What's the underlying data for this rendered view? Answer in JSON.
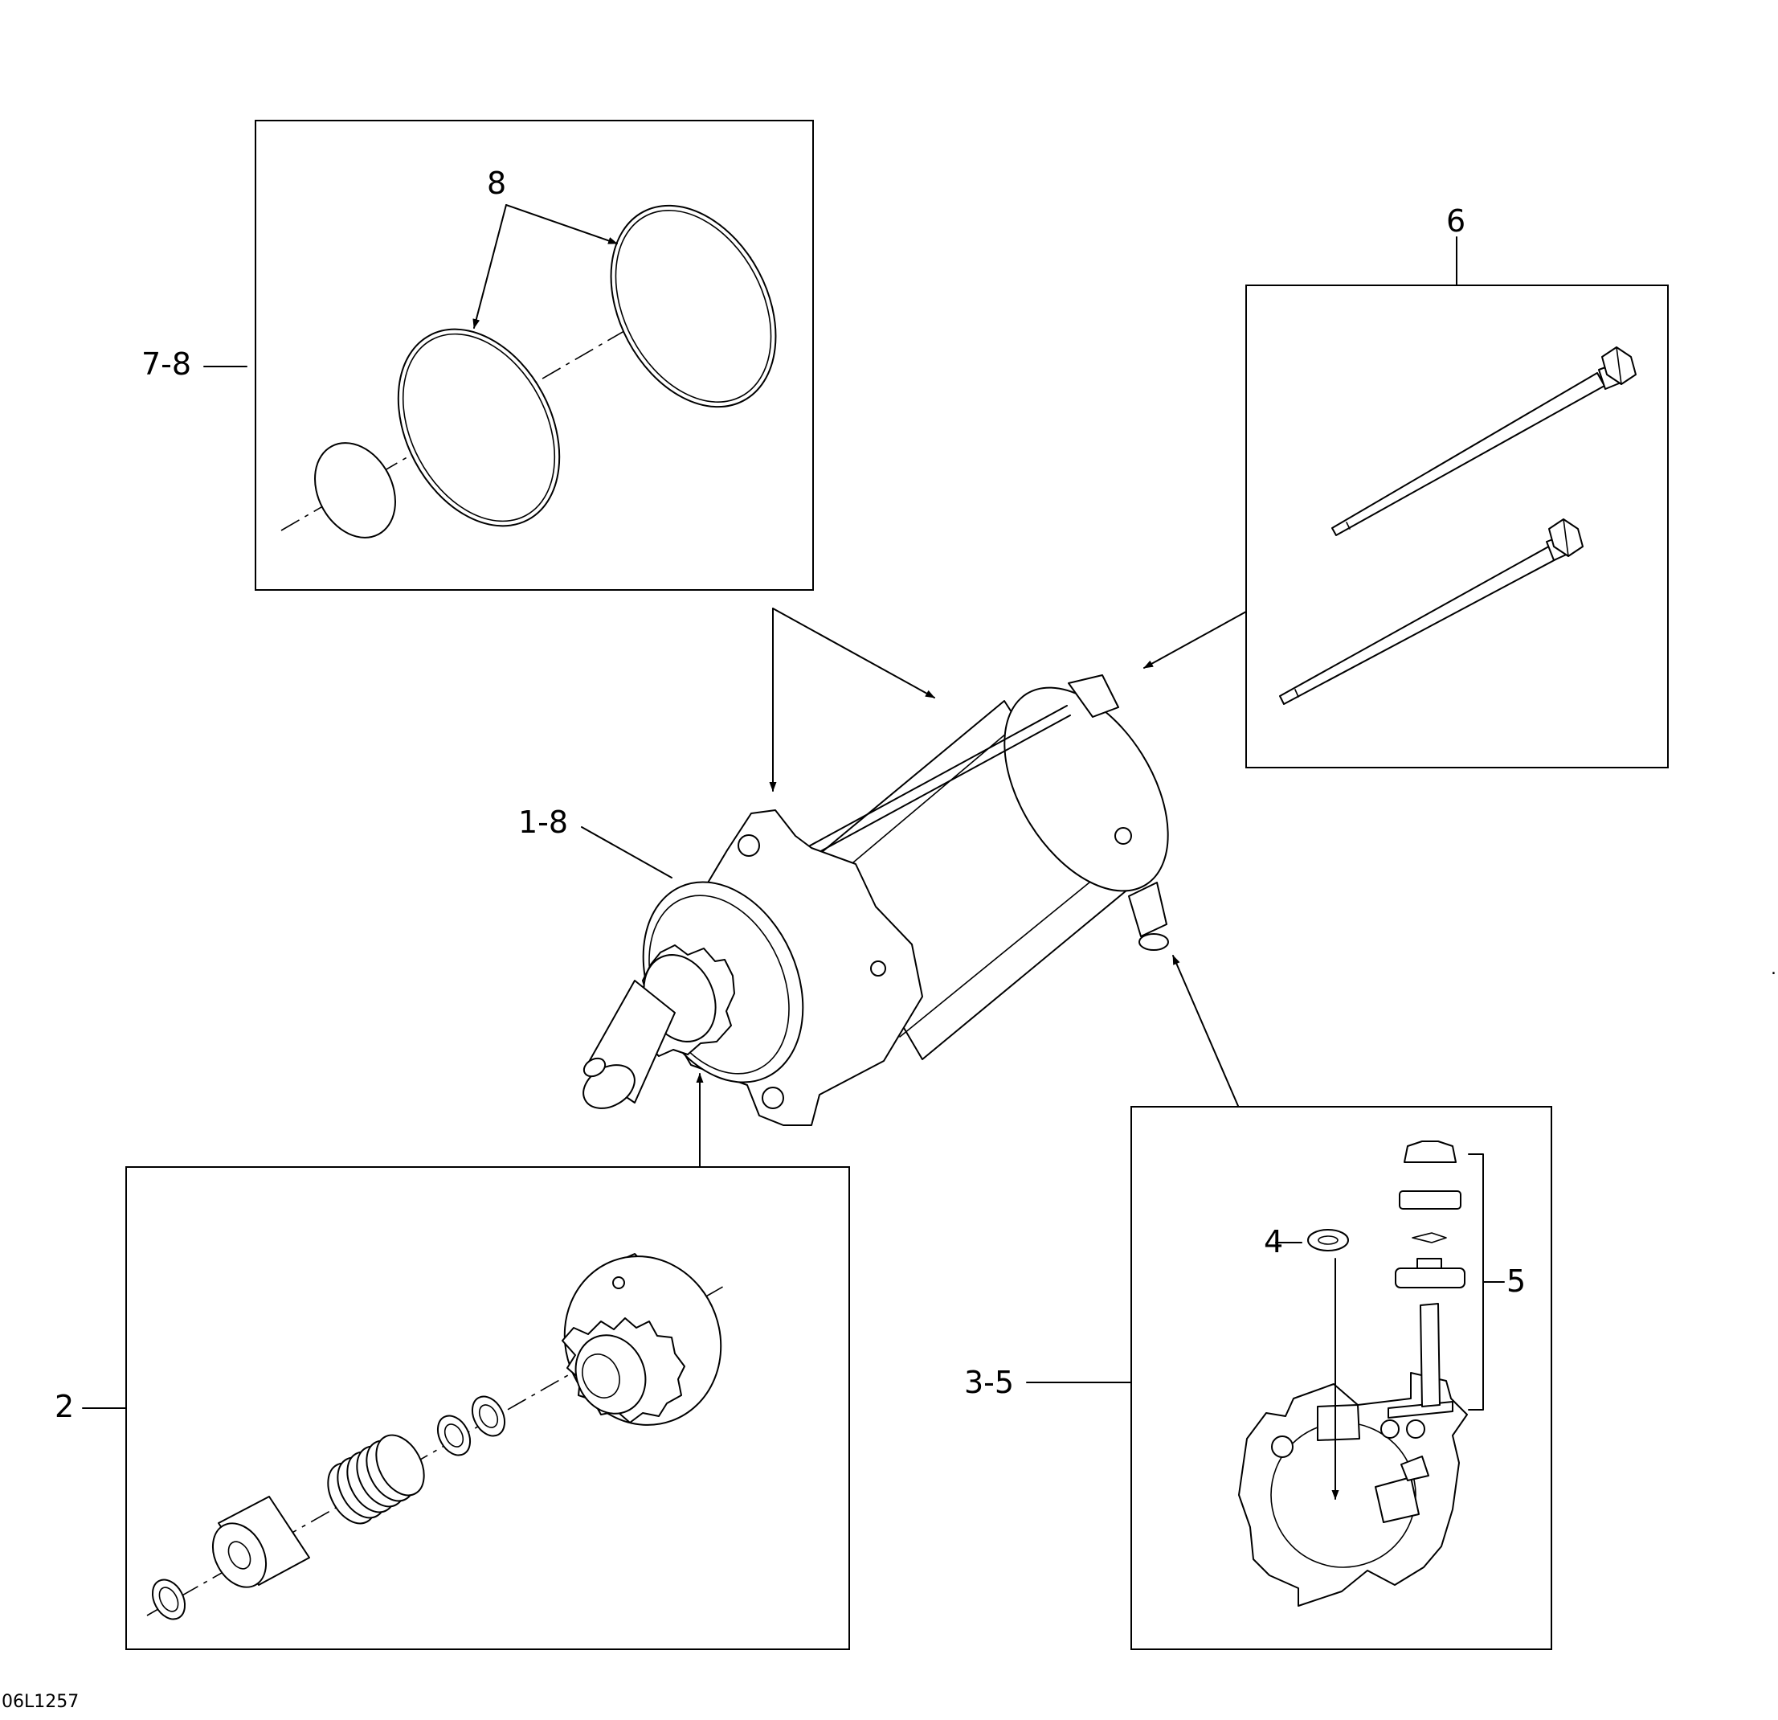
{
  "callouts": {
    "c8": "8",
    "c7_8": "7-8",
    "c6": "6",
    "c1_8": "1-8",
    "c2": "2",
    "c3_5": "3-5",
    "c4": "4",
    "c5": "5"
  },
  "figure_code": "06L1257",
  "stray_mark": "."
}
